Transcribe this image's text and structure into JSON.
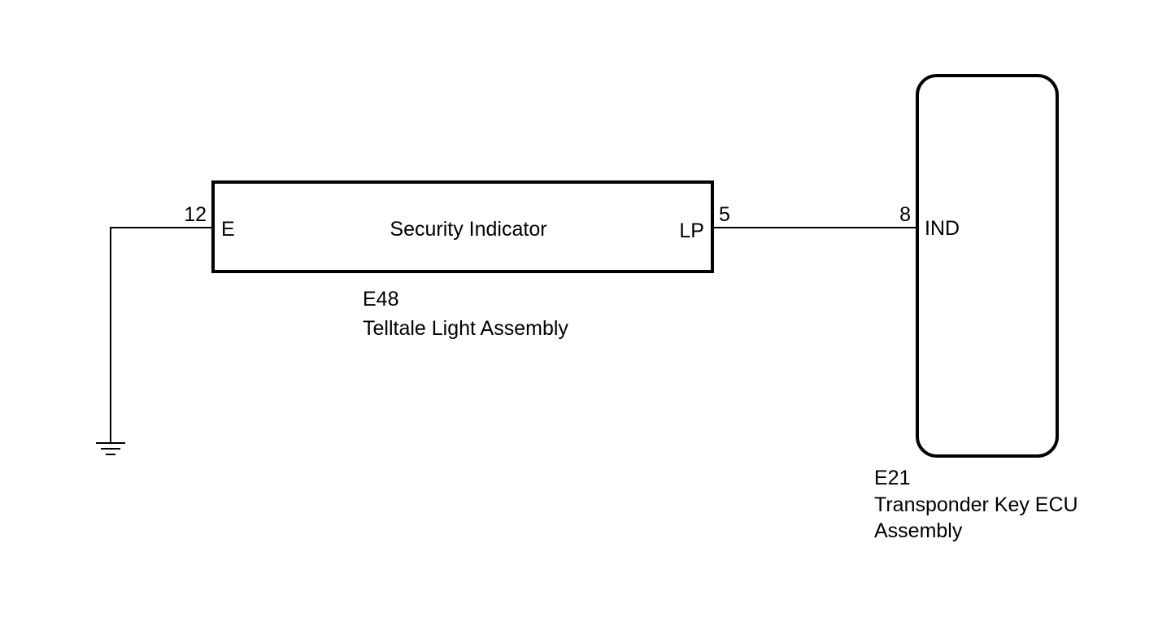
{
  "telltale": {
    "connector": "E48",
    "name": "Telltale Light Assembly",
    "inner_label": "Security Indicator",
    "pin_e_number": "12",
    "pin_e_label": "E",
    "pin_lp_number": "5",
    "pin_lp_label": "LP"
  },
  "transponder": {
    "connector": "E21",
    "name_line1": "Transponder Key ECU",
    "name_line2": "Assembly",
    "pin_ind_number": "8",
    "pin_ind_label": "IND"
  },
  "icons": {
    "ground": "ground-symbol-icon"
  }
}
